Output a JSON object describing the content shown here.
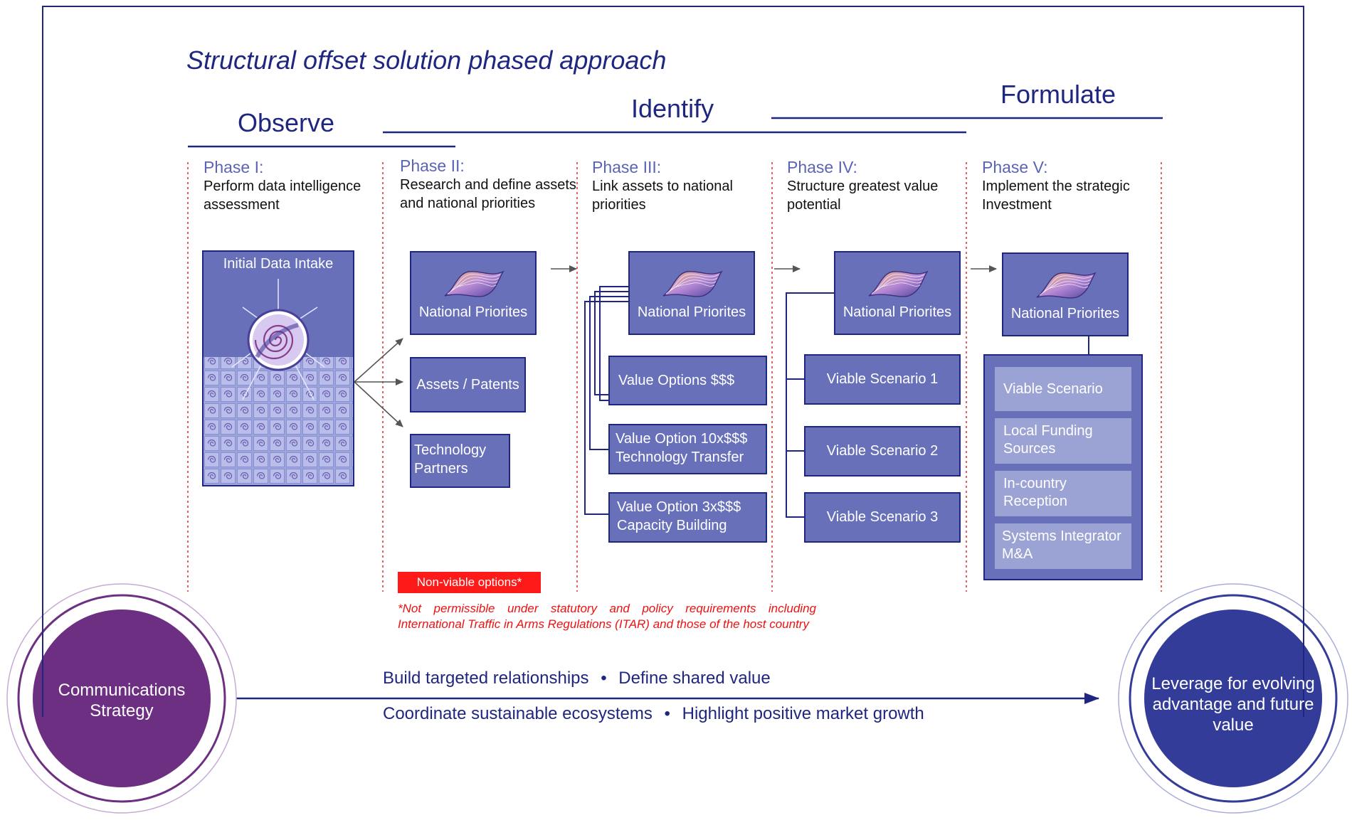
{
  "title": "Structural offset solution phased approach",
  "stages": {
    "observe": "Observe",
    "identify": "Identify",
    "formulate": "Formulate"
  },
  "phases": [
    {
      "label": "Phase I:",
      "description": "Perform data intelligence assessment"
    },
    {
      "label": "Phase II:",
      "description": "Research and define assets and national priorities"
    },
    {
      "label": "Phase III:",
      "description": "Link assets to national priorities"
    },
    {
      "label": "Phase IV:",
      "description": "Structure greatest value potential"
    },
    {
      "label": "Phase V:",
      "description": "Implement the strategic Investment"
    }
  ],
  "phase1": {
    "intake_label": "Initial Data Intake"
  },
  "phase2": {
    "national_priorities": "National Priorites",
    "assets": "Assets / Patents",
    "technology_line1": "Technology",
    "technology_line2": "Partners"
  },
  "phase3": {
    "national_priorities": "National Priorites",
    "value_options": "Value Options $$$",
    "tech_transfer_line1": "Value Option 10x$$$",
    "tech_transfer_line2": "Technology Transfer",
    "capacity_line1": "Value Option 3x$$$",
    "capacity_line2": "Capacity Building"
  },
  "phase4": {
    "national_priorities": "National Priorites",
    "scenario1": "Viable Scenario 1",
    "scenario2": "Viable Scenario 2",
    "scenario3": "Viable Scenario 3"
  },
  "phase5": {
    "national_priorities": "National Priorites",
    "viable_scenario": "Viable Scenario",
    "local_funding_line1": "Local Funding",
    "local_funding_line2": "Sources",
    "in_country_line1": "In-country",
    "in_country_line2": "Reception",
    "systems_line1": "Systems Integrator",
    "systems_line2": "M&A"
  },
  "non_viable": {
    "label": "Non-viable options*",
    "footnote": "*Not permissible under statutory and policy requirements including International  Traffic in Arms Regulations (ITAR) and those of the host country"
  },
  "communications": {
    "line1": "Communications",
    "line2": "Strategy"
  },
  "leverage": {
    "line1": "Leverage for evolving",
    "line2": "advantage and future",
    "line3": "value"
  },
  "bottom": {
    "item1": "Build targeted relationships",
    "item2": "Define shared value",
    "item3": "Coordinate sustainable ecosystems",
    "item4": "Highlight positive market growth",
    "bullet": "•"
  },
  "colors": {
    "navy": "#1e2680",
    "box_fill": "#6770b9",
    "sub_box_fill": "#9ba2d4",
    "phase_label": "#5a64b4",
    "divider_red": "#e03c3c",
    "non_viable_red": "#ff1a1a",
    "purple_circle": "#6d2f82",
    "blue_circle": "#343c9a"
  },
  "icons": [
    "wave-sheet-icon",
    "spiral-sun-icon",
    "arrow-right-icon"
  ]
}
